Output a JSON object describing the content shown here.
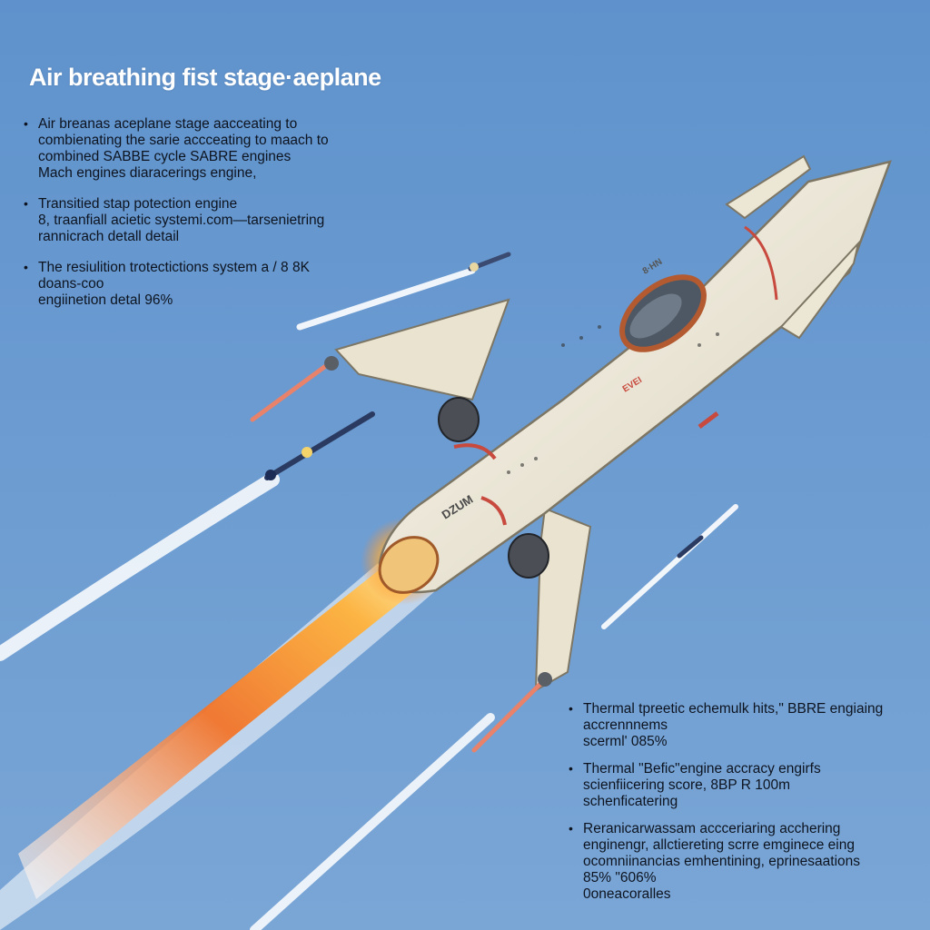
{
  "title": "Air breathing fist stage·aeplane",
  "left_notes": [
    {
      "lines": [
        "Air breanas aceplane stage aacceating to",
        "combienating the sarie accceating to  maach to",
        "combined SABBE cycle SABRE engines",
        "Mach  engines diaracerings engine,"
      ]
    },
    {
      "lines": [
        "Transitied stap potection engine",
        "8,  traanfiall acietic systemi.com—tarsenietring",
        "rannicrach detall detail"
      ]
    },
    {
      "lines": [
        "The resiulition  trotectictions system a / 8 8K",
        "doans-coo",
        "engiinetion  detal  96%"
      ]
    }
  ],
  "right_notes": [
    {
      "lines": [
        "Thermal tpreetic echemulk hits,\" BBRE engiaing",
        "accrennnems",
        "scerml' 085%"
      ]
    },
    {
      "lines": [
        "Thermal \"Befic\"engine accracy engirfs",
        "scienfiicering score, 8BP R 100m",
        "schenficatering"
      ]
    },
    {
      "lines": [
        "Reranicarwassam accceriaring acchering",
        "enginengr, allctiereting scrre emginece eing",
        "ocomniinancias emhentining, eprinesaations",
        "85%  \"606%",
        "0oneacoralles"
      ]
    }
  ],
  "aircraft_markings": {
    "nose_code": "DZUM",
    "wing_code": "EVEI",
    "body_code": "8·HN"
  },
  "colors": {
    "sky": "#6a98cc",
    "hull": "#efeadb",
    "stripe": "#c84a3e",
    "flame": "#f49a2c",
    "text": "#0d1420",
    "title": "#ffffff"
  }
}
